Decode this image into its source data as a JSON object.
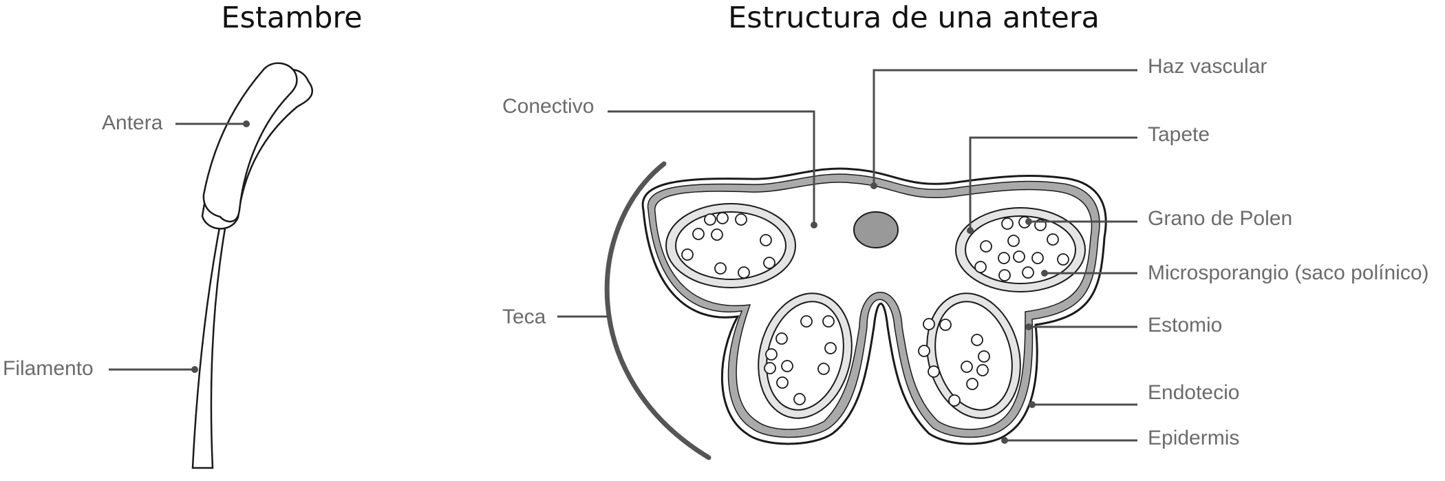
{
  "titles": {
    "stamen": "Estambre",
    "anther_structure": "Estructura de una antera"
  },
  "labels": {
    "antera": "Antera",
    "filamento": "Filamento",
    "conectivo": "Conectivo",
    "teca": "Teca",
    "haz_vascular": "Haz vascular",
    "tapete": "Tapete",
    "grano_de_polen": "Grano de Polen",
    "microsporangio": "Microsporangio (saco polínico)",
    "estomio": "Estomio",
    "endotecio": "Endotecio",
    "epidermis": "Epidermis"
  },
  "colors": {
    "outline": "#1a1a1a",
    "endothecium_gray": "#aaaaaa",
    "tapetum_gray": "#e4e4e4",
    "vascular_bundle": "#999999",
    "teca_arc": "#555555",
    "label_text": "#6b6b6b",
    "leader_line": "#4d4d4d"
  }
}
